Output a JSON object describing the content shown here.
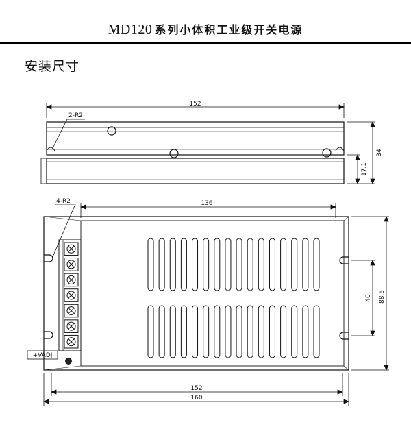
{
  "header": {
    "model": "MD120",
    "subtitle": "系列小体积工业级开关电源"
  },
  "section": {
    "heading": "安装尺寸"
  },
  "side_view": {
    "labels": {
      "hole": "2-R2",
      "length": "152",
      "height": "34",
      "flange_height": "17.1"
    }
  },
  "front_view": {
    "labels": {
      "hole": "4-R2",
      "vent_span": "136",
      "hole_pitch": "40",
      "width": "88.5",
      "inner_length": "152",
      "outer_length": "160",
      "pot": "+VADJ"
    },
    "terminal_count": 7,
    "vent_slot_rows": 2,
    "vent_slots_per_row": 16
  }
}
